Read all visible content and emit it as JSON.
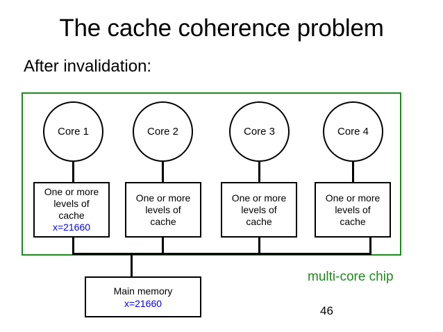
{
  "slide": {
    "title": "The cache coherence problem",
    "subtitle": "After invalidation:",
    "number": "46",
    "colors": {
      "chip_green": "#1a8a1a",
      "value_blue": "#0000ee",
      "line_black": "#000000",
      "background": "#ffffff"
    }
  },
  "diagram": {
    "chip_label": "multi-core chip",
    "cores": [
      {
        "label": "Core 1"
      },
      {
        "label": "Core 2"
      },
      {
        "label": "Core 3"
      },
      {
        "label": "Core 4"
      }
    ],
    "caches": [
      {
        "line1": "One or more",
        "line2": "levels of",
        "line3": "cache",
        "value": "x=21660"
      },
      {
        "line1": "One or more",
        "line2": "levels of",
        "line3": "cache",
        "value": ""
      },
      {
        "line1": "One or more",
        "line2": "levels of",
        "line3": "cache",
        "value": ""
      },
      {
        "line1": "One or more",
        "line2": "levels of",
        "line3": "cache",
        "value": ""
      }
    ],
    "main_memory": {
      "label": "Main memory",
      "value": "x=21660"
    }
  }
}
